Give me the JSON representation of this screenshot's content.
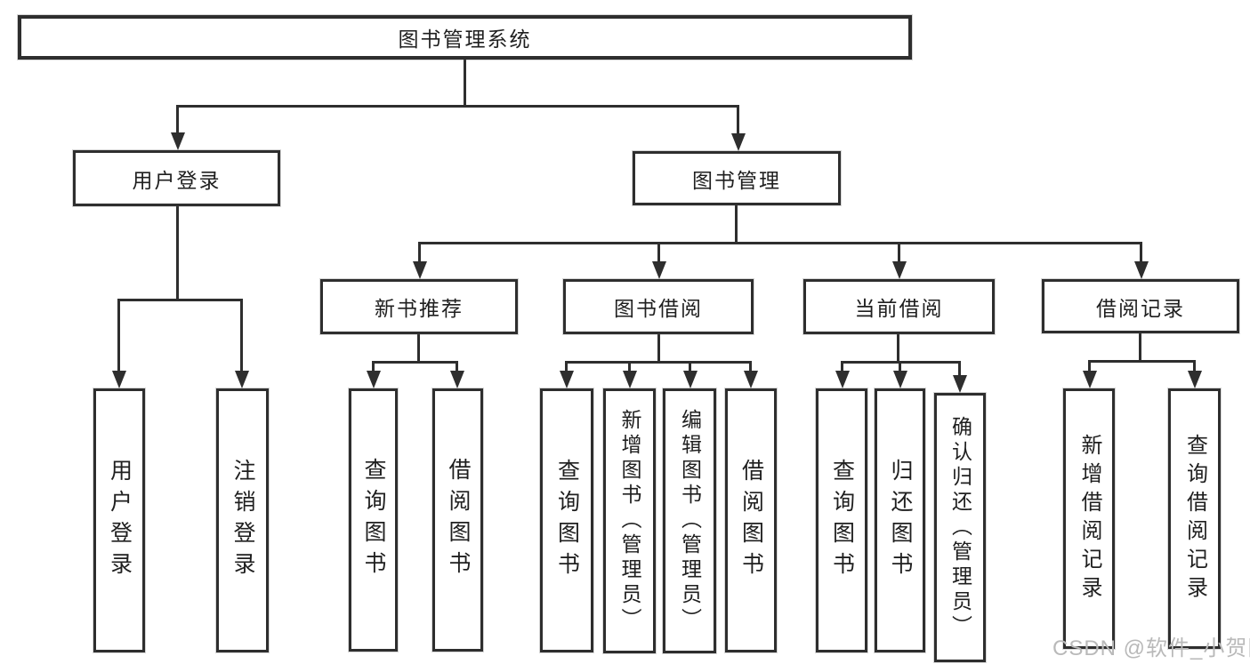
{
  "nodes": {
    "root": "图书管理系统",
    "user_login": "用户登录",
    "book_mgmt": "图书管理",
    "new_book_rec": "新书推荐",
    "book_borrow": "图书借阅",
    "current_borrow": "当前借阅",
    "borrow_record": "借阅记录",
    "leaf_login": "用户登录",
    "leaf_logout": "注销登录",
    "leaf_nbr_query": "查询图书",
    "leaf_nbr_borrow": "借阅图书",
    "leaf_bb_query": "查询图书",
    "leaf_bb_add": "新增图书（管理员）",
    "leaf_bb_edit": "编辑图书（管理员）",
    "leaf_bb_borrow": "借阅图书",
    "leaf_cb_query": "查询图书",
    "leaf_cb_return": "归还图书",
    "leaf_cb_confirm": "确认归还（管理员）",
    "leaf_br_add": "新增借阅记录",
    "leaf_br_query": "查询借阅记录"
  },
  "watermark": "CSDN @软件_小贺同学",
  "colors": {
    "line": "#2e2e2e",
    "box_border": "#2e2e2e",
    "text": "#1f1f1f",
    "watermark": "#b9b9b9",
    "background": "#ffffff"
  }
}
